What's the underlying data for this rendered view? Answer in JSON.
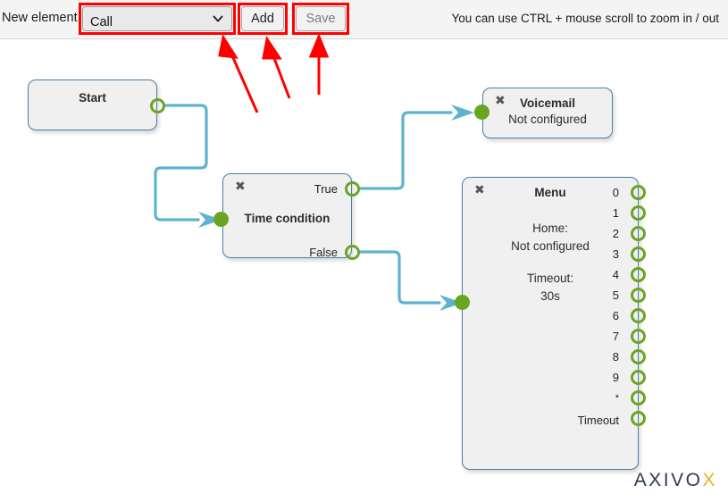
{
  "toolbar": {
    "label": "New element",
    "select": {
      "name": "new-element-select",
      "value": "Call",
      "options": [
        "Call"
      ],
      "chevron_icon": "chevron-down-icon"
    },
    "add_label": "Add",
    "save_label": "Save",
    "hint": "You can use CTRL + mouse scroll to zoom in / out"
  },
  "canvas": {
    "nodes": [
      {
        "id": "start",
        "title": "Start",
        "subtitle": "",
        "closable": false,
        "input_port": null,
        "output_ports": [
          {
            "label": "",
            "type": "ring"
          }
        ]
      },
      {
        "id": "timecond",
        "title": "Time condition",
        "subtitle": "",
        "closable": true,
        "close_icon": "close-icon",
        "input_port": {
          "type": "dot"
        },
        "output_ports": [
          {
            "label": "True",
            "type": "ring"
          },
          {
            "label": "False",
            "type": "ring"
          }
        ]
      },
      {
        "id": "voicemail",
        "title": "Voicemail",
        "subtitle": "Not configured",
        "closable": true,
        "close_icon": "close-icon",
        "input_port": {
          "type": "dot"
        },
        "output_ports": []
      },
      {
        "id": "menu",
        "title": "Menu",
        "home_label": "Home:",
        "home_value": "Not configured",
        "timeout_label": "Timeout:",
        "timeout_value": "30s",
        "closable": true,
        "close_icon": "close-icon",
        "input_port": {
          "type": "dot"
        },
        "output_ports": [
          {
            "label": "0",
            "type": "ring"
          },
          {
            "label": "1",
            "type": "ring"
          },
          {
            "label": "2",
            "type": "ring"
          },
          {
            "label": "3",
            "type": "ring"
          },
          {
            "label": "4",
            "type": "ring"
          },
          {
            "label": "5",
            "type": "ring"
          },
          {
            "label": "6",
            "type": "ring"
          },
          {
            "label": "7",
            "type": "ring"
          },
          {
            "label": "8",
            "type": "ring"
          },
          {
            "label": "9",
            "type": "ring"
          },
          {
            "label": "*",
            "type": "ring"
          },
          {
            "label": "Timeout",
            "type": "ring"
          }
        ]
      }
    ],
    "connections": [
      {
        "from": "start.out",
        "to": "timecond.in"
      },
      {
        "from": "timecond.True",
        "to": "voicemail.in"
      },
      {
        "from": "timecond.False",
        "to": "menu.in"
      }
    ]
  },
  "annotations": {
    "highlight_count": 3,
    "arrow_count": 3,
    "color": "#ff0000"
  },
  "logo": {
    "text": "AXIVO",
    "accent": "X",
    "color": "#2f3b54",
    "accent_color": "#f0ad28"
  },
  "colors": {
    "node_fill": "#f0f0f0",
    "node_border": "#4a7fa5",
    "port_green": "#6aa521",
    "wire_blue": "#5fb3cf",
    "header_bg": "#f4f4f4"
  }
}
